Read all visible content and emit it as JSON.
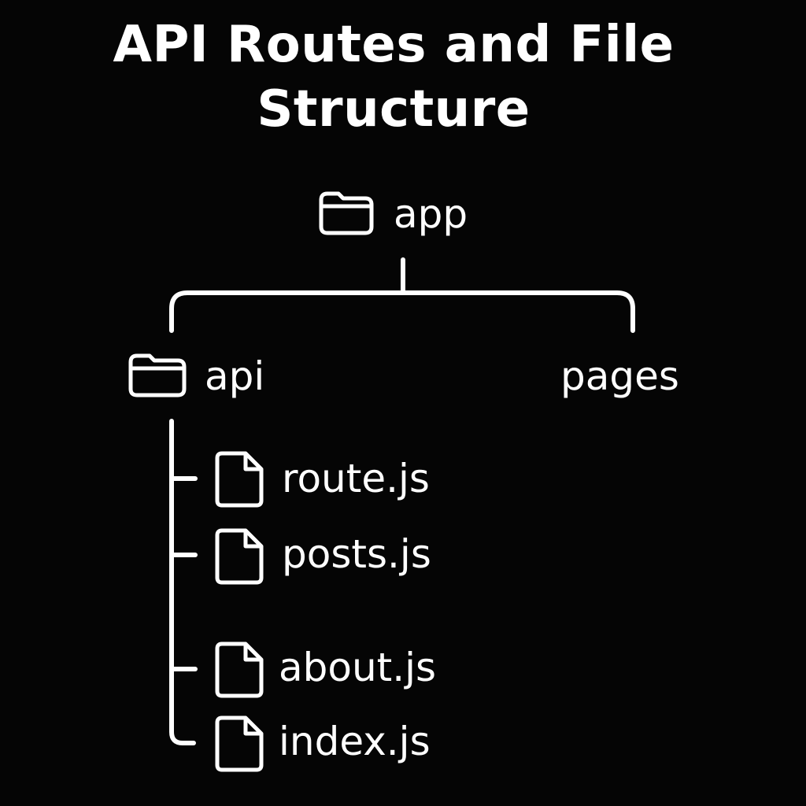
{
  "title": {
    "line1": "API Routes and File",
    "line2": "Structure"
  },
  "tree": {
    "root": {
      "label": "app",
      "icon": "folder-icon"
    },
    "api": {
      "label": "api",
      "icon": "folder-icon"
    },
    "pages": {
      "label": "pages"
    },
    "files": [
      {
        "label": "route.js",
        "icon": "file-icon"
      },
      {
        "label": "posts.js",
        "icon": "file-icon"
      },
      {
        "label": "about.js",
        "icon": "file-icon"
      },
      {
        "label": "index.js",
        "icon": "file-icon"
      }
    ]
  },
  "colors": {
    "background": "#050505",
    "foreground": "#ffffff"
  }
}
